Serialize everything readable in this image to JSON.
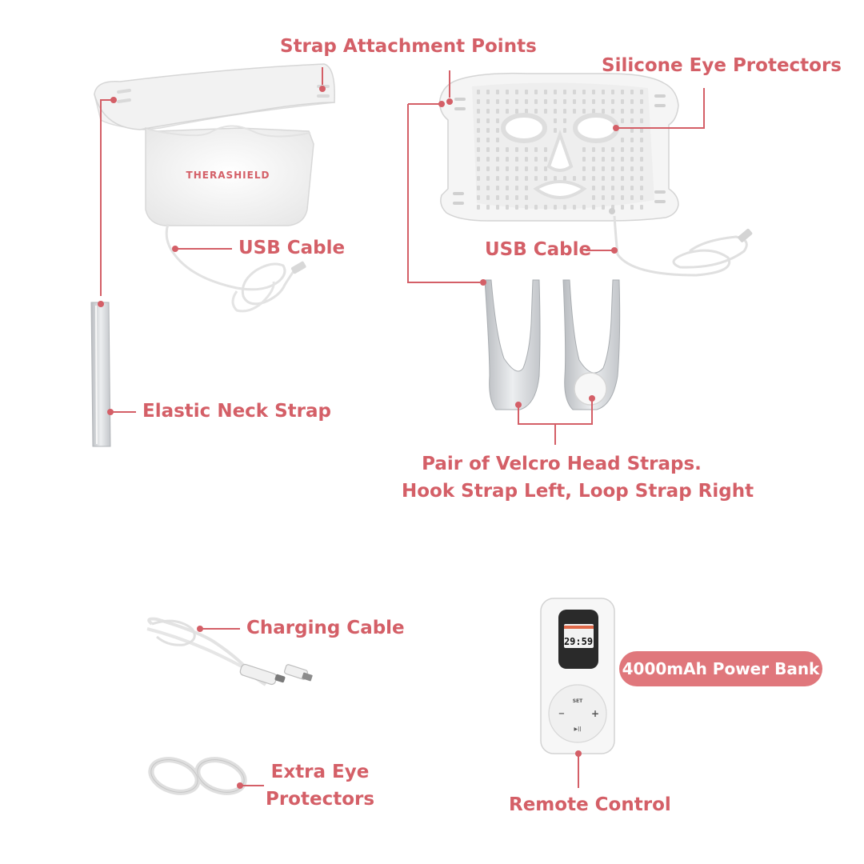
{
  "labels": {
    "strap_attachment": "Strap Attachment Points",
    "silicone_eye": "Silicone Eye Protectors",
    "usb_cable_neck": "USB Cable",
    "usb_cable_face": "USB Cable",
    "elastic_neck_strap": "Elastic Neck Strap",
    "velcro_line1": "Pair of Velcro Head Straps.",
    "velcro_line2": "Hook Strap Left, Loop Strap Right",
    "charging_cable": "Charging Cable",
    "extra_eye_line1": "Extra Eye",
    "extra_eye_line2": "Protectors",
    "power_bank": "4000mAh Power Bank",
    "remote_control": "Remote Control"
  },
  "products": {
    "neck_mask_brand": "THERASHIELD",
    "remote_time": "29:59",
    "remote_set": "SET",
    "remote_minus": "−",
    "remote_plus": "+",
    "remote_play": "▶||"
  },
  "colors": {
    "accent": "#d45f67",
    "pill": "#e0777c",
    "device": "#f1f1f1",
    "strap_metal": "#d9dadc"
  }
}
